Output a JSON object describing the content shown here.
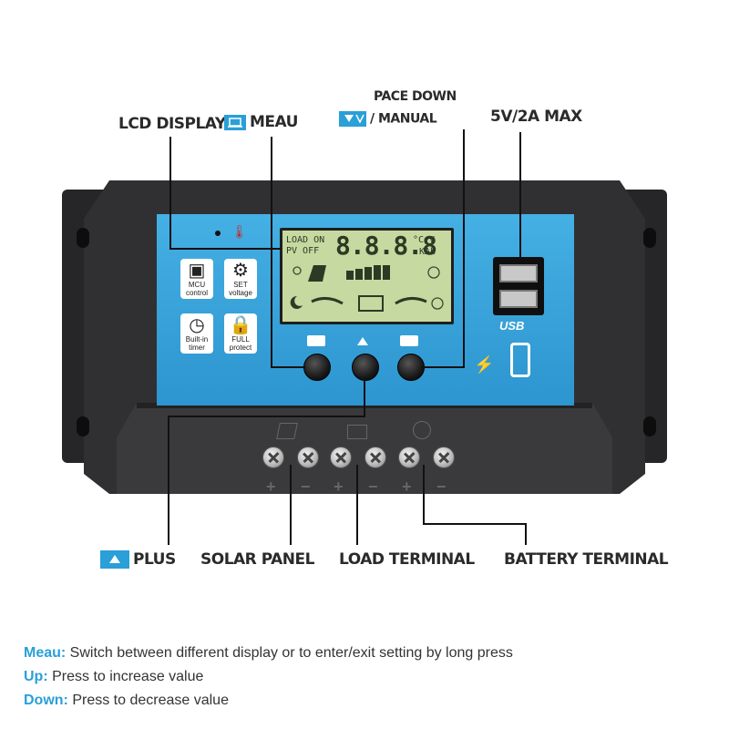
{
  "callouts": {
    "lcd_display": "LCD DISPLAY",
    "meau": "MEAU",
    "pace_down_line1": "PACE DOWN",
    "pace_down_line2": "/ MANUAL",
    "usb_max": "5V/2A MAX",
    "plus": "PLUS",
    "solar_panel": "SOLAR PANEL",
    "load_terminal": "LOAD TERMINAL",
    "battery_terminal": "BATTERY TERMINAL"
  },
  "lcd": {
    "load_on": "LOAD ON",
    "pv_off": "PV OFF",
    "digits": "8.8.8.8",
    "units_top": "°C V",
    "units_bottom": "KAh"
  },
  "panel": {
    "tiles": [
      {
        "icon": "chip-icon",
        "glyph": "▣",
        "label": "MCU control"
      },
      {
        "icon": "gear-icon",
        "glyph": "⚙",
        "label": "SET voltage"
      },
      {
        "icon": "clock-icon",
        "glyph": "◷",
        "label": "Built-in timer"
      },
      {
        "icon": "lock-icon",
        "glyph": "🔒",
        "label": "FULL protect"
      }
    ],
    "usb_label": "USB"
  },
  "terminals": {
    "plus": "+",
    "minus": "−"
  },
  "descriptions": [
    {
      "key": "Meau:",
      "text": " Switch between different display or to enter/exit setting by long press"
    },
    {
      "key": "Up:",
      "text": " Press to increase value"
    },
    {
      "key": "Down:",
      "text": " Press to decrease value"
    }
  ],
  "colors": {
    "accent_blue": "#2a9fd8",
    "panel_blue": "#3fa9df",
    "lcd_green": "#c6d9a0",
    "body_dark": "#2b2b2d"
  }
}
